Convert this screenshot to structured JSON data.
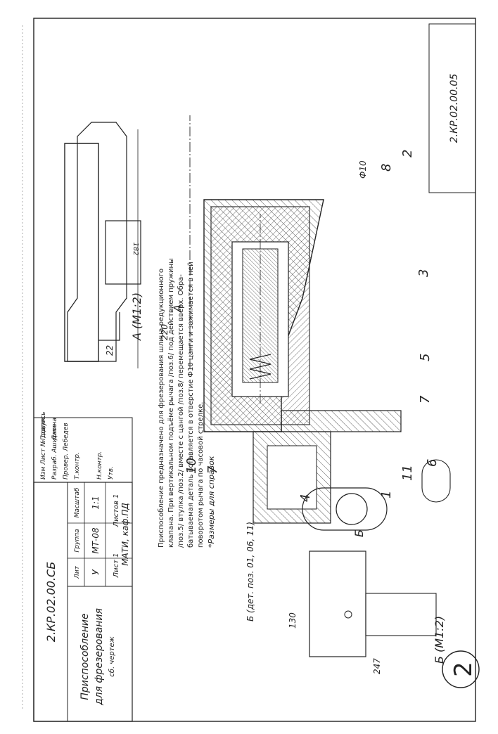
{
  "drawing": {
    "code_top": "2.КР.02.00.05",
    "sheet_number": "2",
    "callouts": [
      "2",
      "8",
      "3",
      "5",
      "7",
      "10",
      "7",
      "4",
      "1",
      "11",
      "6"
    ],
    "dimensions": {
      "dia10": "Ф10",
      "d182": "182",
      "d220": "220",
      "d22": "22",
      "d130": "130",
      "d247": "247"
    },
    "view_a": "А (М1:2)",
    "arrow_a": "А",
    "view_b": "Б (М1:2)",
    "view_b_note": "Б (дет. поз. 01, 06, 11)",
    "arrow_b": "Б",
    "note_lines": [
      "Приспособление предназначено для фрезерования шлица редукционного",
      "клапана. При вертикальном подъёме рычага /поз.6/ под действием пружины",
      "/поз.5/ втулка /поз.2/ вместе с цангой /поз.8/ перемещается вверх. Обра-",
      "батываемая деталь вставляется в отверстие Ф10 цанги и зажимается в ней",
      "поворотом рычага по часовой стрелке."
    ],
    "note_ref": "*Размеры для справок"
  },
  "title_block": {
    "code": "2.КР.02.00.СБ",
    "name_line1": "Приспособление",
    "name_line2": "для фрезерования",
    "name_line3": "сб. чертеж",
    "lit_head": "Лит",
    "mass_head": "Группа",
    "scale_head": "Масштаб",
    "lit_val": "У",
    "mass_val": "МТ-08",
    "scale_val": "1:1",
    "sheet_label": "Лист 1",
    "sheets_label": "Листов 1",
    "org": "МАТИ, каф.ПД",
    "rows": [
      "Изм Лист № докум.",
      "Разраб. Ашихмина",
      "Провер. Лебедев",
      "Т.контр.",
      "",
      "Н.контр.",
      "Утв."
    ],
    "col_labels": [
      "Подпись",
      "Дата"
    ]
  }
}
